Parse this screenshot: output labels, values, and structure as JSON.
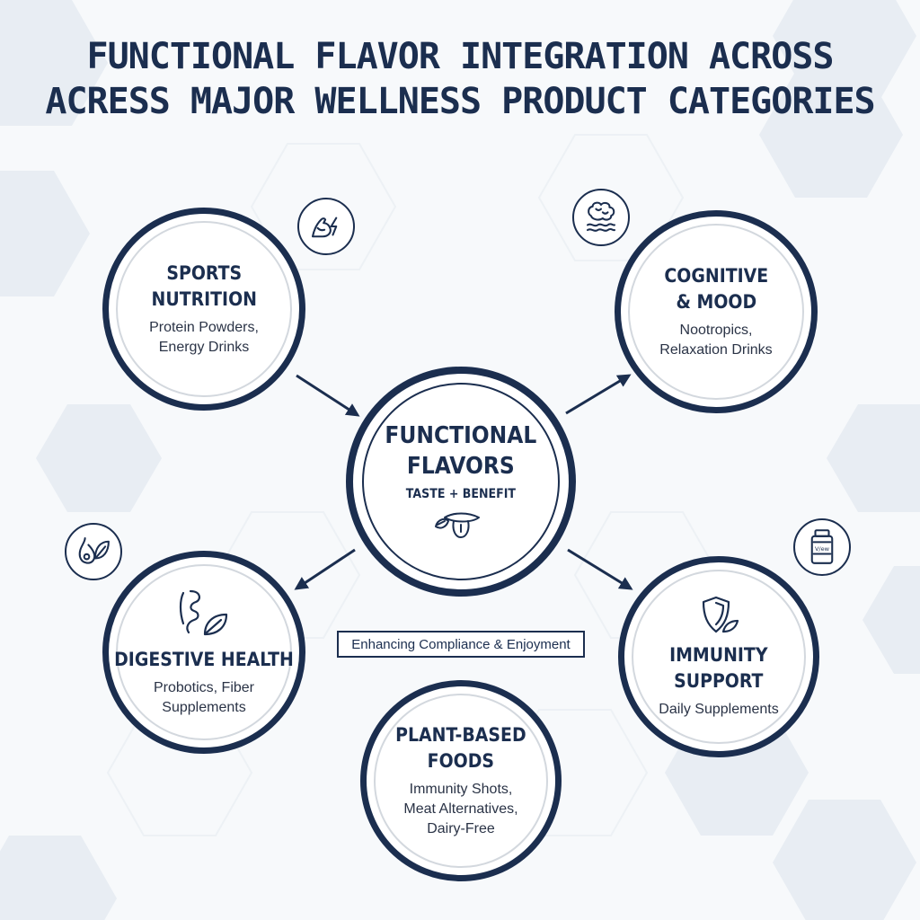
{
  "title": {
    "line1": "FUNCTIONAL FLAVOR INTEGRATION ACROSS",
    "line2": "ACRESS MAJOR WELLNESS PRODUCT CATEGORIES"
  },
  "center": {
    "title_line1": "FUNCTIONAL",
    "title_line2": "FLAVORS",
    "tagline": "TASTE + BENEFIT",
    "icon": "tongue-leaf-icon"
  },
  "categories": [
    {
      "title_line1": "SPORTS",
      "title_line2": "NUTRITION",
      "desc_line1": "Protein Powders,",
      "desc_line2": "Energy Drinks",
      "icon": "flexed-arm-lightning-icon"
    },
    {
      "title_line1": "COGNITIVE",
      "title_line2": "& MOOD",
      "desc_line1": "Nootropics,",
      "desc_line2": "Relaxation Drinks",
      "icon": "brain-waves-icon"
    },
    {
      "title_line1": "DIGESTIVE HEALTH",
      "desc_line1": "Probotics, Fiber",
      "desc_line2": "Supplements",
      "icon": "intestine-leaf-icon",
      "badge_icon": "stomach-leaf-icon"
    },
    {
      "title_line1": "IMMUNITY",
      "title_line2": "SUPPORT",
      "desc_line1": "Daily Supplements",
      "icon": "shield-leaf-icon",
      "badge_icon": "supplement-bottle-icon",
      "badge_text": "V/ew"
    },
    {
      "title_line1": "PLANT-BASED",
      "title_line2": "FOODS",
      "desc_line1": "Immunity Shots,",
      "desc_line2": "Meat Alternatives,",
      "desc_line3": "Dairy-Free"
    }
  ],
  "banner": "Enhancing Compliance & Enjoyment",
  "colors": {
    "navy": "#1b2e4f",
    "ring_gray": "#d3d8de",
    "background": "#f7f9fb",
    "hexagon": "#e6ebf1"
  }
}
